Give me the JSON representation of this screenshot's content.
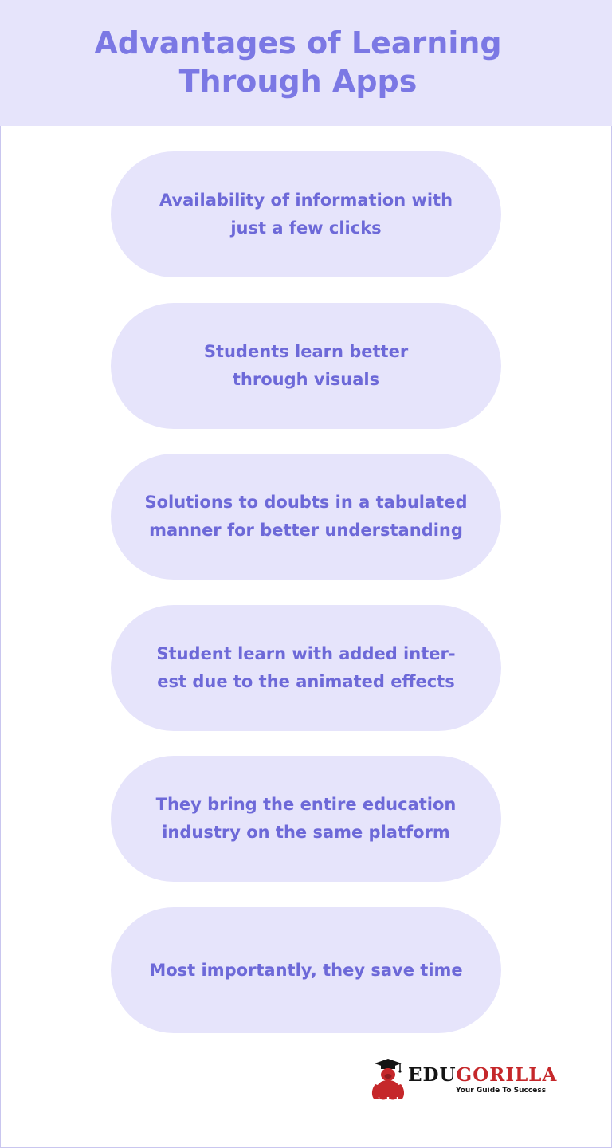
{
  "header": {
    "title": "Advantages of Learning\nThrough Apps"
  },
  "advantages": [
    "Availability of information with\njust a few clicks",
    "Students learn better\nthrough visuals",
    "Solutions to doubts in a tabulated\nmanner for better understanding",
    "Student learn with added inter-\nest due to the animated effects",
    "They bring the entire education\nindustry on the same platform",
    "Most importantly, they save time"
  ],
  "brand": {
    "name_part1": "EDU",
    "name_part2": "GORILLA",
    "tagline": "Your Guide To Success",
    "icon": "gorilla-graduate-logo-icon"
  },
  "colors": {
    "header_bg": "#e6e4fb",
    "pill_bg": "#e6e4fb",
    "title_text": "#7b78e4",
    "pill_text": "#6d69d8",
    "brand_dark": "#141414",
    "brand_red": "#c5272a"
  }
}
